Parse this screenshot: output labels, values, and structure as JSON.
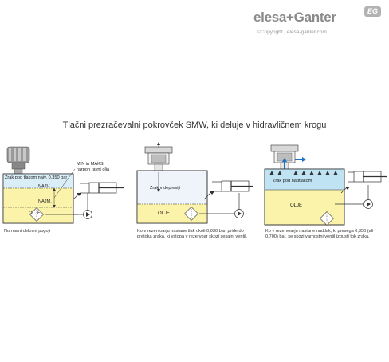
{
  "header": {
    "brand": "elesa+Ganter",
    "badge": "EG",
    "copyright": "©Copyright | elesa-ganter.com"
  },
  "title": "Tlačni prezračevalni pokrovček SMW, ki deluje v hidravličnem krogu",
  "panels": [
    {
      "air_label": "Zrak pod tlakom najv. 0,350 bar",
      "min_max_label": "MIN in MAKS\nrazpon ravni olja",
      "max_label": "NAJV.",
      "min_label": "NAJM.",
      "oil_label": "OLJE",
      "caption": "Normalni delovni pogoji"
    },
    {
      "air_label": "Zrak v depresiji",
      "oil_label": "OLJE",
      "caption": "Ko v rezervoarju nastane tlak okoli 0,030 bar, pride do pretoka zraka, ki vstopa v rezervoar skozi sesalni ventil."
    },
    {
      "air_label": "Zrak pod nadtlakom",
      "oil_label": "OLJE",
      "caption": "Ko v rezervoarju nastane nadtlak, ki presega 0,350 (ali 0,700) bar, se skozi varnostni ventil izpusti tok zraka."
    }
  ],
  "colors": {
    "oil": "#fbf3a9",
    "air_pressure": "#d9eef7",
    "air_vacuum": "#eef4fa",
    "air_over": "#bfe3f3",
    "arrow": "#1a73c9",
    "rule": "#c8c8c8"
  }
}
